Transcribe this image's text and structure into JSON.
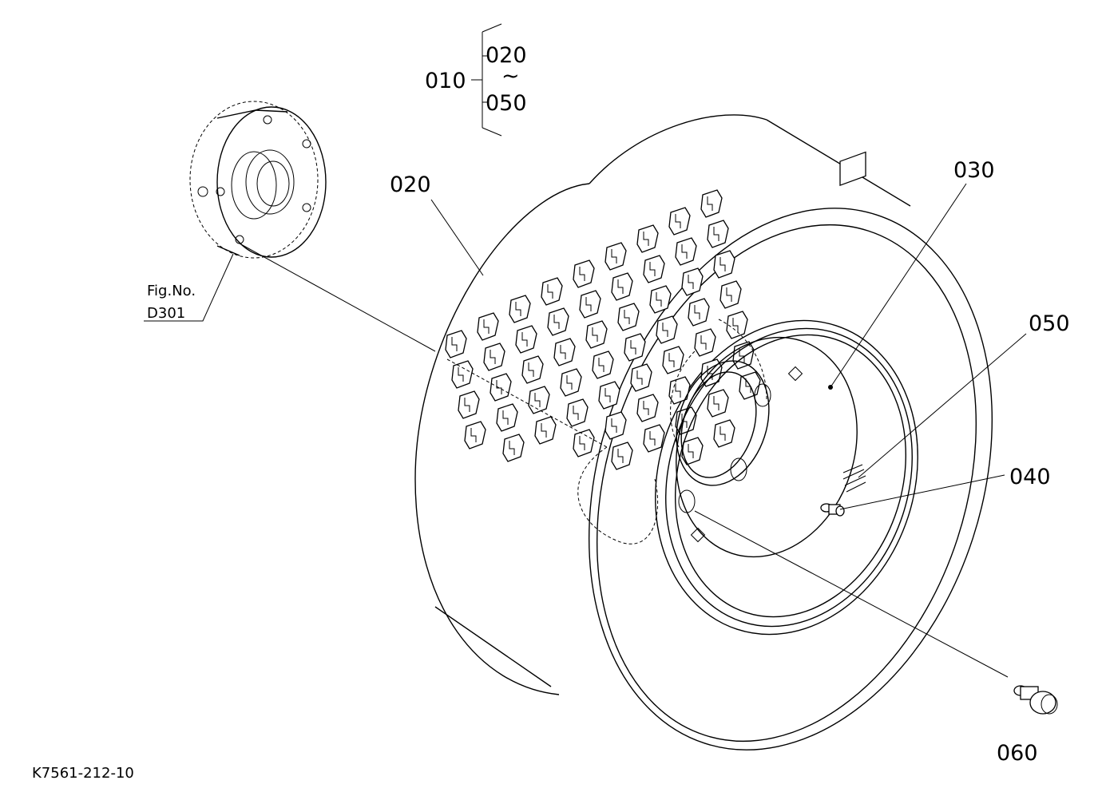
{
  "callouts": {
    "assembly": "010",
    "range_start": "020",
    "range_tilde": "~",
    "range_end": "050",
    "tread": "020",
    "tire": "030",
    "valve_label": "050",
    "rim_stud": "040",
    "bolt": "060"
  },
  "reference": {
    "fig_label": "Fig.No.",
    "fig_number": "D301"
  },
  "drawing_code": "K7561-212-10"
}
